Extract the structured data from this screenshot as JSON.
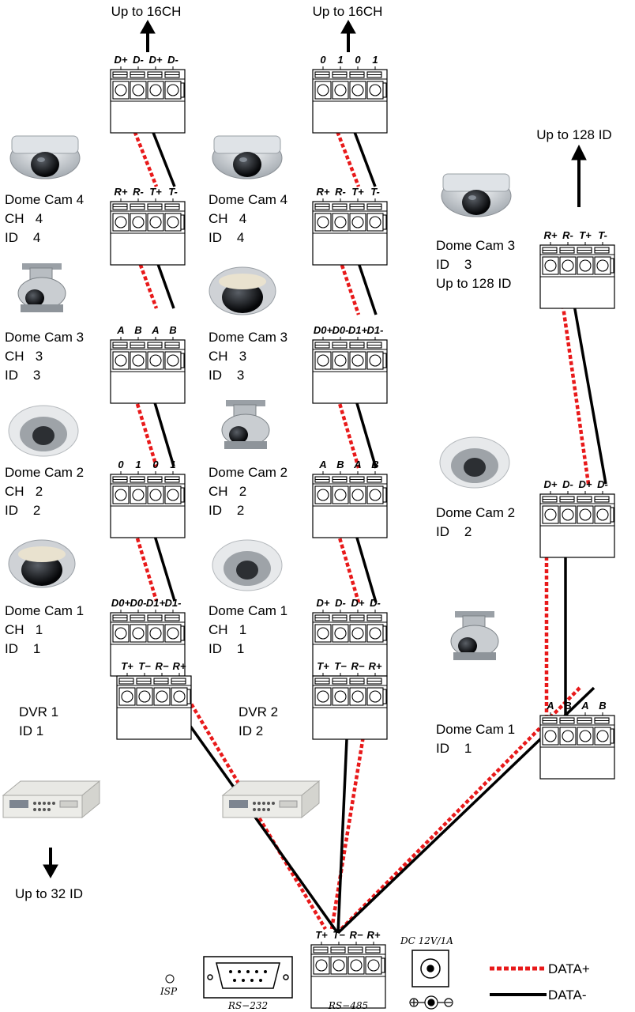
{
  "diagram": {
    "uplinks": {
      "col1": "Up to 16CH",
      "col2": "Up to 16CH",
      "col3": "Up to 128 ID",
      "dvr1_down": "Up to 32 ID"
    },
    "cameras": {
      "c1_cam4": [
        "Dome Cam 4",
        "CH   4",
        "ID    4"
      ],
      "c1_cam3": [
        "Dome Cam 3",
        "CH   3",
        "ID    3"
      ],
      "c1_cam2": [
        "Dome Cam 2",
        "CH   2",
        "ID    2"
      ],
      "c1_cam1": [
        "Dome Cam 1",
        "CH   1",
        "ID    1"
      ],
      "c2_cam4": [
        "Dome Cam 4",
        "CH   4",
        "ID    4"
      ],
      "c2_cam3": [
        "Dome Cam 3",
        "CH   3",
        "ID    3"
      ],
      "c2_cam2": [
        "Dome Cam 2",
        "CH   2",
        "ID    2"
      ],
      "c2_cam1": [
        "Dome Cam 1",
        "CH   1",
        "ID    1"
      ],
      "c3_cam3": [
        "Dome Cam 3",
        "ID    3",
        "Up to 128 ID"
      ],
      "c3_cam2": [
        "Dome Cam 2",
        "ID    2"
      ],
      "c3_cam1": [
        "Dome Cam 1",
        "ID    1"
      ]
    },
    "dvrs": {
      "dvr1": [
        "DVR 1",
        "ID 1"
      ],
      "dvr2": [
        "DVR 2",
        "ID 2"
      ]
    },
    "terminal_pins": {
      "c1_top": [
        "D+",
        "D-",
        "D+",
        "D-"
      ],
      "c1_cam4": [
        "R+",
        "R-",
        "T+",
        "T-"
      ],
      "c1_cam3": [
        "A",
        "B",
        "A",
        "B"
      ],
      "c1_cam2": [
        "0",
        "1",
        "0",
        "1"
      ],
      "c1_cam1": [
        "D0+",
        "D0-",
        "D1+",
        "D1-"
      ],
      "c1_dvr": [
        "T+",
        "T−",
        "R−",
        "R+"
      ],
      "c2_top": [
        "0",
        "1",
        "0",
        "1"
      ],
      "c2_cam4": [
        "R+",
        "R-",
        "T+",
        "T-"
      ],
      "c2_cam3": [
        "D0+",
        "D0-",
        "D1+",
        "D1-"
      ],
      "c2_cam2": [
        "A",
        "B",
        "A",
        "B"
      ],
      "c2_cam1": [
        "D+",
        "D-",
        "D+",
        "D-"
      ],
      "c2_dvr": [
        "T+",
        "T−",
        "R−",
        "R+"
      ],
      "c3_cam3": [
        "R+",
        "R-",
        "T+",
        "T-"
      ],
      "c3_cam2": [
        "D+",
        "D-",
        "D+",
        "D-"
      ],
      "c3_cam1": [
        "A",
        "B",
        "A",
        "B"
      ],
      "hub": [
        "T+",
        "T−",
        "R−",
        "R+"
      ]
    },
    "ports": {
      "isp": "ISP",
      "rs232": "RS−232",
      "rs485": "RS−485",
      "dc": "DC  12V/1A"
    },
    "legend": {
      "data_plus": "DATA+",
      "data_minus": "DATA-"
    },
    "colors": {
      "data_plus": "#e8191a",
      "data_minus": "#000000"
    }
  }
}
